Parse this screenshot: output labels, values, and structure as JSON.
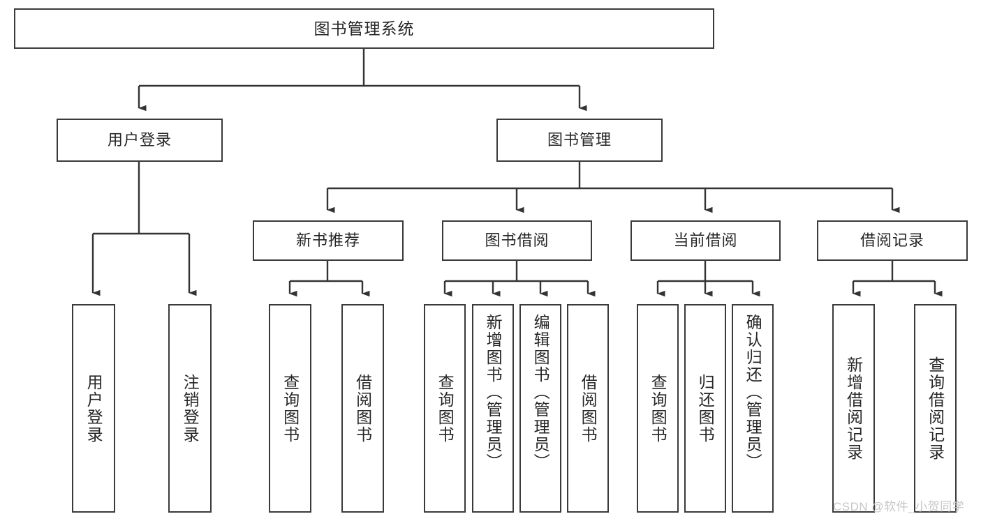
{
  "diagram": {
    "type": "hierarchy-tree",
    "title_text": "图书管理系统",
    "root": {
      "label": "图书管理系统"
    },
    "level2": [
      {
        "label": "用户登录"
      },
      {
        "label": "图书管理"
      }
    ],
    "level3": [
      {
        "label": "新书推荐"
      },
      {
        "label": "图书借阅"
      },
      {
        "label": "当前借阅"
      },
      {
        "label": "借阅记录"
      }
    ],
    "leaves": {
      "user_login": [
        {
          "label": "用户登录"
        },
        {
          "label": "注销登录"
        }
      ],
      "new_book_recommend": [
        {
          "label": "查询图书"
        },
        {
          "label": "借阅图书"
        }
      ],
      "book_borrow": [
        {
          "label": "查询图书"
        },
        {
          "label": "新增图书（管理员）"
        },
        {
          "label": "编辑图书（管理员）"
        },
        {
          "label": "借阅图书"
        }
      ],
      "current_borrow": [
        {
          "label": "查询图书"
        },
        {
          "label": "归还图书"
        },
        {
          "label": "确认归还（管理员）"
        }
      ],
      "borrow_record": [
        {
          "label": "新增借阅记录"
        },
        {
          "label": "查询借阅记录"
        }
      ]
    }
  },
  "watermark": {
    "text": "CSDN @软件_小贺同学"
  },
  "colors": {
    "box_border": "#3a3a3a",
    "box_fill": "#ffffff",
    "text": "#262626",
    "connector": "#333333",
    "watermark": "#c7c7c7",
    "background": "#ffffff"
  }
}
